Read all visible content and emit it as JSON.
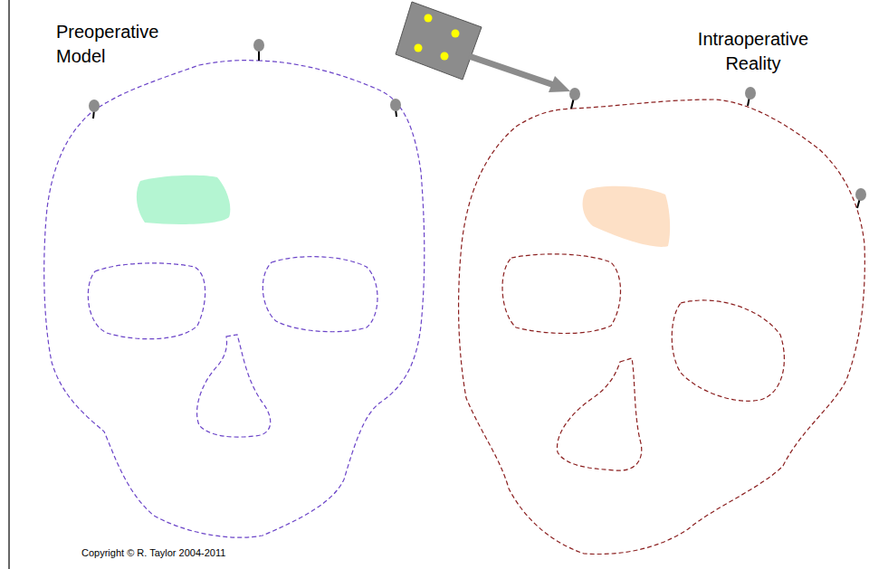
{
  "diagram": {
    "labels": [
      "Preoperative Model",
      "Intraoperative Reality",
      "Copyright © R. Taylor 2004-2011"
    ]
  }
}
